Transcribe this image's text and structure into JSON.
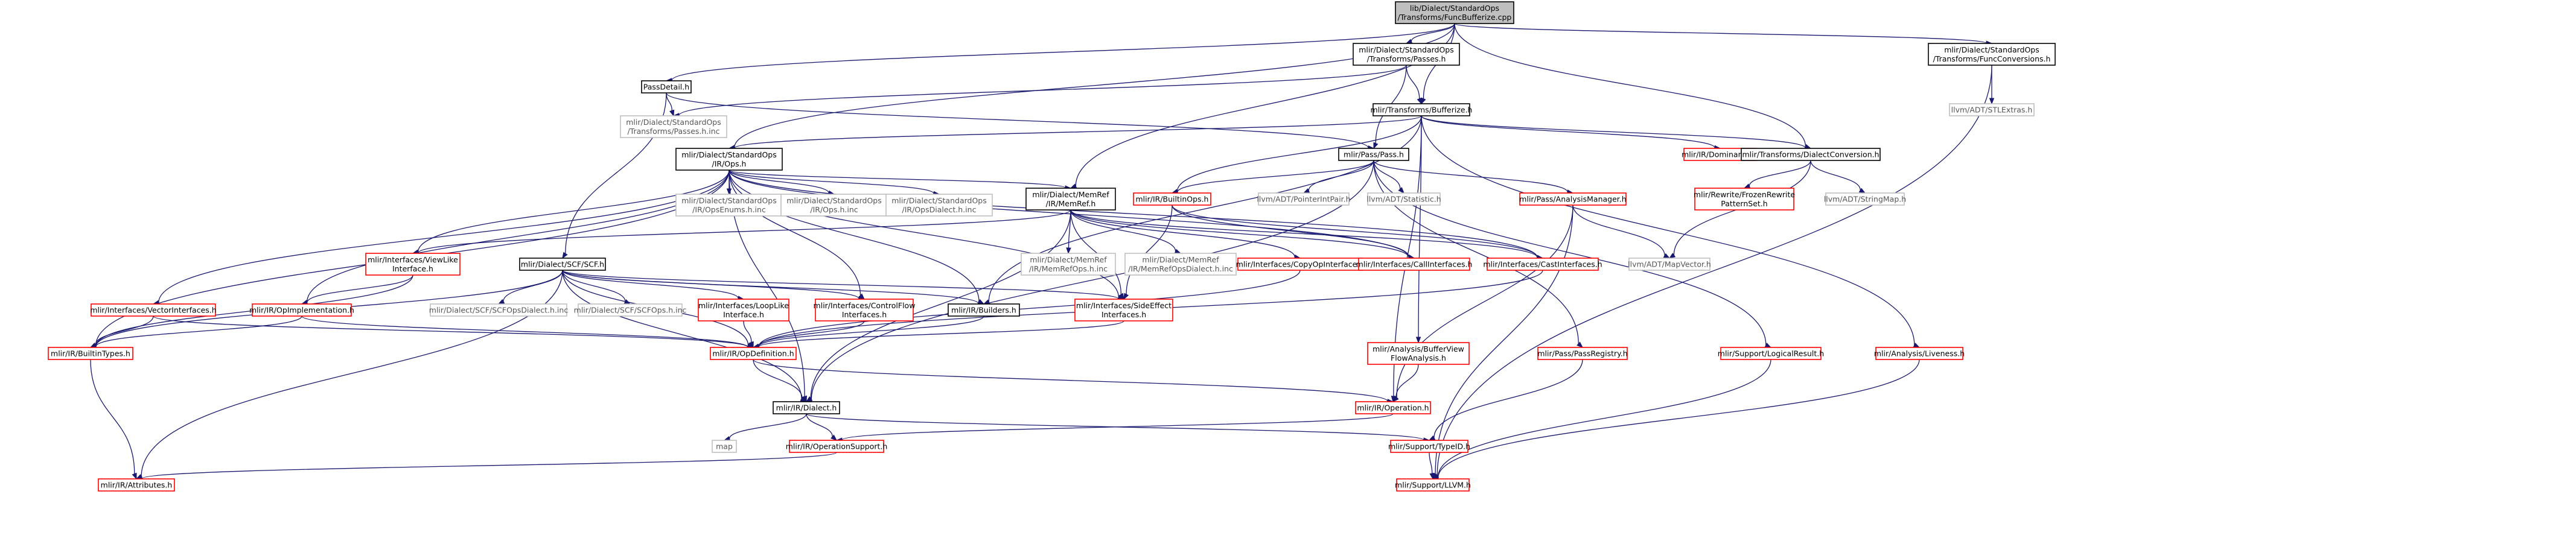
{
  "colors": {
    "edge": "#191970",
    "box_border": "#000000",
    "box_border_incomplete": "#ff0000",
    "root_fill": "#bfbfbf",
    "system_text": "#555555"
  },
  "nodes": [
    {
      "id": "root",
      "lines": [
        "lib/Dialect/StandardOps",
        "/Transforms/FuncBufferize.cpp"
      ],
      "kind": "root"
    },
    {
      "id": "passdetail",
      "lines": [
        "PassDetail.h"
      ],
      "kind": "normal"
    },
    {
      "id": "std_passes",
      "lines": [
        "mlir/Dialect/StandardOps",
        "/Transforms/Passes.h"
      ],
      "kind": "normal"
    },
    {
      "id": "bufferize",
      "lines": [
        "mlir/Transforms/Bufferize.h"
      ],
      "kind": "normal"
    },
    {
      "id": "funcconv",
      "lines": [
        "mlir/Dialect/StandardOps",
        "/Transforms/FuncConversions.h"
      ],
      "kind": "normal"
    },
    {
      "id": "passes_inc",
      "lines": [
        "mlir/Dialect/StandardOps",
        "/Transforms/Passes.h.inc"
      ],
      "kind": "system"
    },
    {
      "id": "ops_h",
      "lines": [
        "mlir/Dialect/StandardOps",
        "/IR/Ops.h"
      ],
      "kind": "normal"
    },
    {
      "id": "pass_h",
      "lines": [
        "mlir/Pass/Pass.h"
      ],
      "kind": "normal"
    },
    {
      "id": "dominance",
      "lines": [
        "mlir/IR/Dominance.h"
      ],
      "kind": "incomplete"
    },
    {
      "id": "dialectconv",
      "lines": [
        "mlir/Transforms/DialectConversion.h"
      ],
      "kind": "normal"
    },
    {
      "id": "stlextras",
      "lines": [
        "llvm/ADT/STLExtras.h"
      ],
      "kind": "system"
    },
    {
      "id": "opsenums_inc",
      "lines": [
        "mlir/Dialect/StandardOps",
        "/IR/OpsEnums.h.inc"
      ],
      "kind": "system"
    },
    {
      "id": "ops_inc",
      "lines": [
        "mlir/Dialect/StandardOps",
        "/IR/Ops.h.inc"
      ],
      "kind": "system"
    },
    {
      "id": "opsdialect_inc",
      "lines": [
        "mlir/Dialect/StandardOps",
        "/IR/OpsDialect.h.inc"
      ],
      "kind": "system"
    },
    {
      "id": "memref_h",
      "lines": [
        "mlir/Dialect/MemRef",
        "/IR/MemRef.h"
      ],
      "kind": "normal"
    },
    {
      "id": "builtinops",
      "lines": [
        "mlir/IR/BuiltinOps.h"
      ],
      "kind": "incomplete"
    },
    {
      "id": "pointerintpair",
      "lines": [
        "llvm/ADT/PointerIntPair.h"
      ],
      "kind": "system"
    },
    {
      "id": "statistic",
      "lines": [
        "llvm/ADT/Statistic.h"
      ],
      "kind": "system"
    },
    {
      "id": "analysismanager",
      "lines": [
        "mlir/Pass/AnalysisManager.h"
      ],
      "kind": "incomplete"
    },
    {
      "id": "frozenrewrite",
      "lines": [
        "mlir/Rewrite/FrozenRewrite",
        "PatternSet.h"
      ],
      "kind": "incomplete"
    },
    {
      "id": "stringmap",
      "lines": [
        "llvm/ADT/StringMap.h"
      ],
      "kind": "system"
    },
    {
      "id": "viewlike",
      "lines": [
        "mlir/Interfaces/ViewLike",
        "Interface.h"
      ],
      "kind": "incomplete"
    },
    {
      "id": "scf_h",
      "lines": [
        "mlir/Dialect/SCF/SCF.h"
      ],
      "kind": "normal"
    },
    {
      "id": "memrefops_inc",
      "lines": [
        "mlir/Dialect/MemRef",
        "/IR/MemRefOps.h.inc"
      ],
      "kind": "system"
    },
    {
      "id": "memrefdialect_inc",
      "lines": [
        "mlir/Dialect/MemRef",
        "/IR/MemRefOpsDialect.h.inc"
      ],
      "kind": "system"
    },
    {
      "id": "copyop",
      "lines": [
        "mlir/Interfaces/CopyOpInterface.h"
      ],
      "kind": "incomplete"
    },
    {
      "id": "callinterfaces",
      "lines": [
        "mlir/Interfaces/CallInterfaces.h"
      ],
      "kind": "incomplete"
    },
    {
      "id": "castinterfaces",
      "lines": [
        "mlir/Interfaces/CastInterfaces.h"
      ],
      "kind": "incomplete"
    },
    {
      "id": "mapvector",
      "lines": [
        "llvm/ADT/MapVector.h"
      ],
      "kind": "system"
    },
    {
      "id": "vectorinterfaces",
      "lines": [
        "mlir/Interfaces/VectorInterfaces.h"
      ],
      "kind": "incomplete"
    },
    {
      "id": "opimpl",
      "lines": [
        "mlir/IR/OpImplementation.h"
      ],
      "kind": "incomplete"
    },
    {
      "id": "scfopsdialect_inc",
      "lines": [
        "mlir/Dialect/SCF/SCFOpsDialect.h.inc"
      ],
      "kind": "system"
    },
    {
      "id": "scfops_inc",
      "lines": [
        "mlir/Dialect/SCF/SCFOps.h.inc"
      ],
      "kind": "system"
    },
    {
      "id": "looplike",
      "lines": [
        "mlir/Interfaces/LoopLike",
        "Interface.h"
      ],
      "kind": "incomplete"
    },
    {
      "id": "controlflow",
      "lines": [
        "mlir/Interfaces/ControlFlow",
        "Interfaces.h"
      ],
      "kind": "incomplete"
    },
    {
      "id": "builders",
      "lines": [
        "mlir/IR/Builders.h"
      ],
      "kind": "normal"
    },
    {
      "id": "sideeffect",
      "lines": [
        "mlir/Interfaces/SideEffect",
        "Interfaces.h"
      ],
      "kind": "incomplete"
    },
    {
      "id": "bufferview",
      "lines": [
        "mlir/Analysis/BufferView",
        "FlowAnalysis.h"
      ],
      "kind": "incomplete"
    },
    {
      "id": "passregistry",
      "lines": [
        "mlir/Pass/PassRegistry.h"
      ],
      "kind": "incomplete"
    },
    {
      "id": "logicalresult",
      "lines": [
        "mlir/Support/LogicalResult.h"
      ],
      "kind": "incomplete"
    },
    {
      "id": "liveness",
      "lines": [
        "mlir/Analysis/Liveness.h"
      ],
      "kind": "incomplete"
    },
    {
      "id": "builtintypes",
      "lines": [
        "mlir/IR/BuiltinTypes.h"
      ],
      "kind": "incomplete"
    },
    {
      "id": "opdefinition",
      "lines": [
        "mlir/IR/OpDefinition.h"
      ],
      "kind": "incomplete"
    },
    {
      "id": "dialect_h",
      "lines": [
        "mlir/IR/Dialect.h"
      ],
      "kind": "normal"
    },
    {
      "id": "operation_h",
      "lines": [
        "mlir/IR/Operation.h"
      ],
      "kind": "incomplete"
    },
    {
      "id": "map",
      "lines": [
        "map"
      ],
      "kind": "system"
    },
    {
      "id": "opsupport",
      "lines": [
        "mlir/IR/OperationSupport.h"
      ],
      "kind": "incomplete"
    },
    {
      "id": "typeid",
      "lines": [
        "mlir/Support/TypeID.h"
      ],
      "kind": "incomplete"
    },
    {
      "id": "attributes",
      "lines": [
        "mlir/IR/Attributes.h"
      ],
      "kind": "incomplete"
    },
    {
      "id": "llvm_h",
      "lines": [
        "mlir/Support/LLVM.h"
      ],
      "kind": "incomplete"
    }
  ],
  "edges": [
    [
      "root",
      "passdetail"
    ],
    [
      "root",
      "std_passes"
    ],
    [
      "root",
      "bufferize"
    ],
    [
      "root",
      "funcconv"
    ],
    [
      "root",
      "ops_h"
    ],
    [
      "root",
      "memref_h"
    ],
    [
      "root",
      "dialectconv"
    ],
    [
      "passdetail",
      "passes_inc"
    ],
    [
      "passdetail",
      "pass_h"
    ],
    [
      "passdetail",
      "scf_h"
    ],
    [
      "std_passes",
      "passes_inc"
    ],
    [
      "std_passes",
      "pass_h"
    ],
    [
      "std_passes",
      "bufferize"
    ],
    [
      "funcconv",
      "stlextras"
    ],
    [
      "funcconv",
      "llvm_h"
    ],
    [
      "bufferize",
      "ops_h"
    ],
    [
      "bufferize",
      "builtinops"
    ],
    [
      "bufferize",
      "dominance"
    ],
    [
      "bufferize",
      "dialectconv"
    ],
    [
      "bufferize",
      "bufferview"
    ],
    [
      "bufferize",
      "liveness"
    ],
    [
      "bufferize",
      "operation_h"
    ],
    [
      "bufferize",
      "builders"
    ],
    [
      "ops_h",
      "opsenums_inc"
    ],
    [
      "ops_h",
      "ops_inc"
    ],
    [
      "ops_h",
      "opsdialect_inc"
    ],
    [
      "ops_h",
      "memref_h"
    ],
    [
      "ops_h",
      "viewlike"
    ],
    [
      "ops_h",
      "vectorinterfaces"
    ],
    [
      "ops_h",
      "opimpl"
    ],
    [
      "ops_h",
      "builtintypes"
    ],
    [
      "ops_h",
      "dialect_h"
    ],
    [
      "ops_h",
      "builders"
    ],
    [
      "ops_h",
      "sideeffect"
    ],
    [
      "ops_h",
      "callinterfaces"
    ],
    [
      "ops_h",
      "castinterfaces"
    ],
    [
      "ops_h",
      "controlflow"
    ],
    [
      "pass_h",
      "builtinops"
    ],
    [
      "pass_h",
      "pointerintpair"
    ],
    [
      "pass_h",
      "statistic"
    ],
    [
      "pass_h",
      "analysismanager"
    ],
    [
      "pass_h",
      "passregistry"
    ],
    [
      "pass_h",
      "logicalresult"
    ],
    [
      "pass_h",
      "dialect_h"
    ],
    [
      "dialectconv",
      "frozenrewrite"
    ],
    [
      "dialectconv",
      "stringmap"
    ],
    [
      "dialectconv",
      "mapvector"
    ],
    [
      "memref_h",
      "memrefops_inc"
    ],
    [
      "memref_h",
      "memrefdialect_inc"
    ],
    [
      "memref_h",
      "copyop"
    ],
    [
      "memref_h",
      "callinterfaces"
    ],
    [
      "memref_h",
      "castinterfaces"
    ],
    [
      "memref_h",
      "viewlike"
    ],
    [
      "memref_h",
      "sideeffect"
    ],
    [
      "memref_h",
      "dialect_h"
    ],
    [
      "builtinops",
      "callinterfaces"
    ],
    [
      "builtinops",
      "castinterfaces"
    ],
    [
      "builtinops",
      "sideeffect"
    ],
    [
      "analysismanager",
      "mapvector"
    ],
    [
      "analysismanager",
      "operation_h"
    ],
    [
      "analysismanager",
      "llvm_h"
    ],
    [
      "viewlike",
      "opimpl"
    ],
    [
      "viewlike",
      "builtintypes"
    ],
    [
      "scf_h",
      "scfopsdialect_inc"
    ],
    [
      "scf_h",
      "scfops_inc"
    ],
    [
      "scf_h",
      "looplike"
    ],
    [
      "scf_h",
      "controlflow"
    ],
    [
      "scf_h",
      "builders"
    ],
    [
      "scf_h",
      "sideeffect"
    ],
    [
      "scf_h",
      "builtintypes"
    ],
    [
      "scf_h",
      "attributes"
    ],
    [
      "scf_h",
      "dialect_h"
    ],
    [
      "scf_h",
      "opdefinition"
    ],
    [
      "copyop",
      "opdefinition"
    ],
    [
      "castinterfaces",
      "opdefinition"
    ],
    [
      "vectorinterfaces",
      "builtintypes"
    ],
    [
      "vectorinterfaces",
      "opdefinition"
    ],
    [
      "opimpl",
      "builtintypes"
    ],
    [
      "opimpl",
      "opdefinition"
    ],
    [
      "looplike",
      "opdefinition"
    ],
    [
      "controlflow",
      "opdefinition"
    ],
    [
      "builders",
      "opdefinition"
    ],
    [
      "sideeffect",
      "opdefinition"
    ],
    [
      "bufferview",
      "operation_h"
    ],
    [
      "passregistry",
      "typeid"
    ],
    [
      "logicalresult",
      "llvm_h"
    ],
    [
      "liveness",
      "llvm_h"
    ],
    [
      "builtintypes",
      "attributes"
    ],
    [
      "opdefinition",
      "operation_h"
    ],
    [
      "opdefinition",
      "dialect_h"
    ],
    [
      "dialect_h",
      "map"
    ],
    [
      "dialect_h",
      "opsupport"
    ],
    [
      "dialect_h",
      "typeid"
    ],
    [
      "operation_h",
      "opsupport"
    ],
    [
      "opsupport",
      "attributes"
    ],
    [
      "typeid",
      "llvm_h"
    ]
  ]
}
